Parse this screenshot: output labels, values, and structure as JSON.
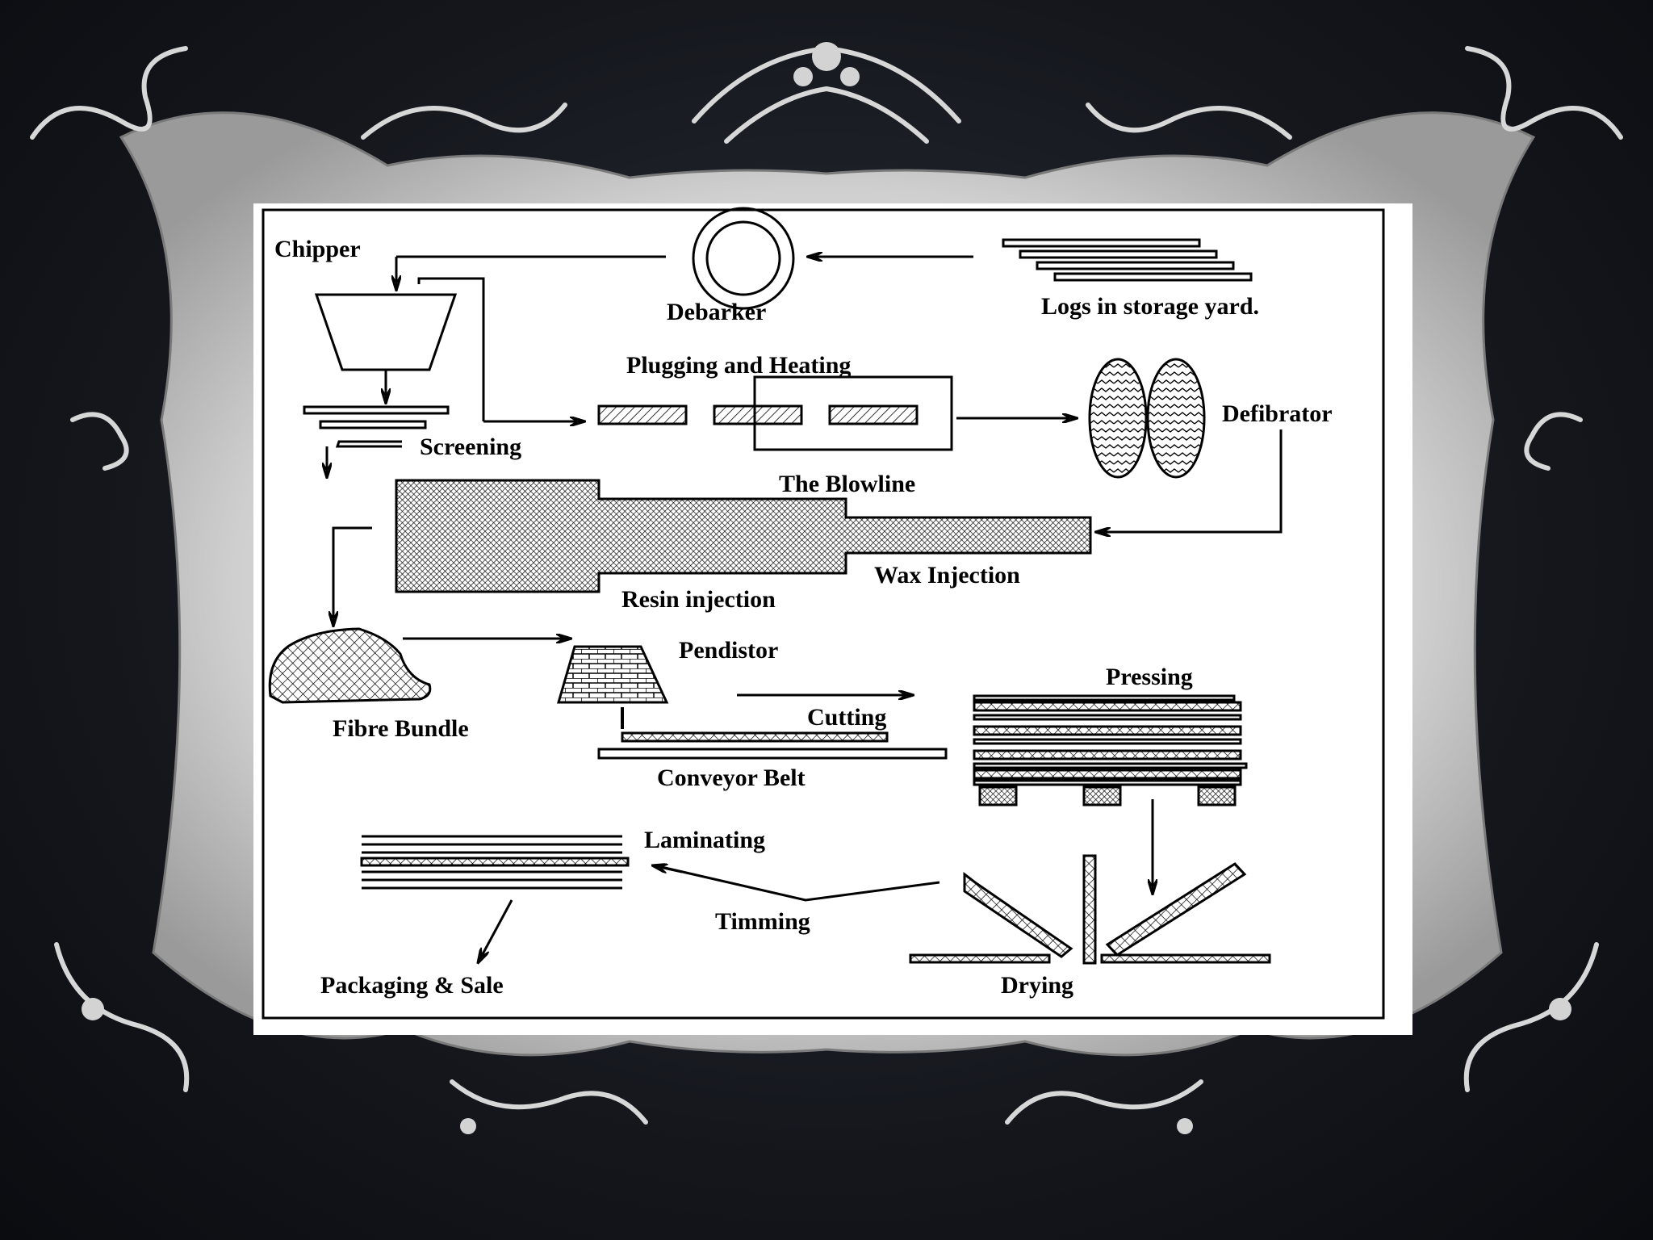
{
  "colors": {
    "background": "#15171d",
    "frame": "#c9c9c9",
    "panel": "#ffffff",
    "ink": "#000000"
  },
  "frame": {
    "ornament": "baroque-scroll-frame"
  },
  "labels": {
    "chipper": "Chipper",
    "debarker": "Debarker",
    "logs": "Logs in storage yard.",
    "plugging": "Plugging and Heating",
    "defibrator": "Defibrator",
    "screening": "Screening",
    "blowline": "The Blowline",
    "wax": "Wax Injection",
    "resin": "Resin injection",
    "pendistor": "Pendistor",
    "pressing": "Pressing",
    "fibre_bundle": "Fibre Bundle",
    "cutting": "Cutting",
    "conveyor": "Conveyor Belt",
    "laminating": "Laminating",
    "timming": "Timming",
    "packaging": "Packaging & Sale",
    "drying": "Drying"
  }
}
